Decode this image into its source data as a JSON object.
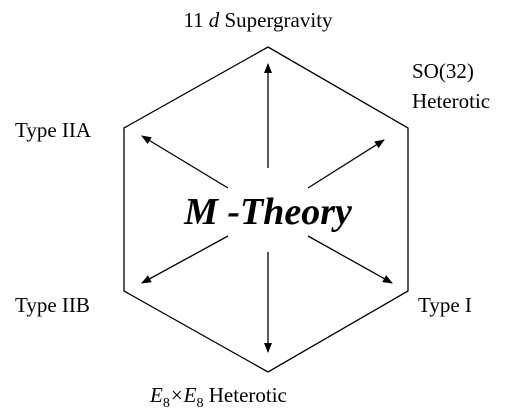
{
  "diagram": {
    "center": {
      "prefix": "M",
      "suffix": " -Theory"
    },
    "labels": {
      "top": {
        "number": "11",
        "variable": "d",
        "rest": " Supergravity"
      },
      "top_right": {
        "line1": "SO(32)",
        "line2": "Heterotic"
      },
      "left_upper": "Type IIA",
      "left_lower": "Type IIB",
      "right_lower": "Type I",
      "bottom": {
        "e": "E",
        "sub": "8",
        "times": "×",
        "rest": " Heterotic"
      }
    },
    "colors": {
      "stroke": "#000000",
      "background": "#ffffff"
    }
  }
}
